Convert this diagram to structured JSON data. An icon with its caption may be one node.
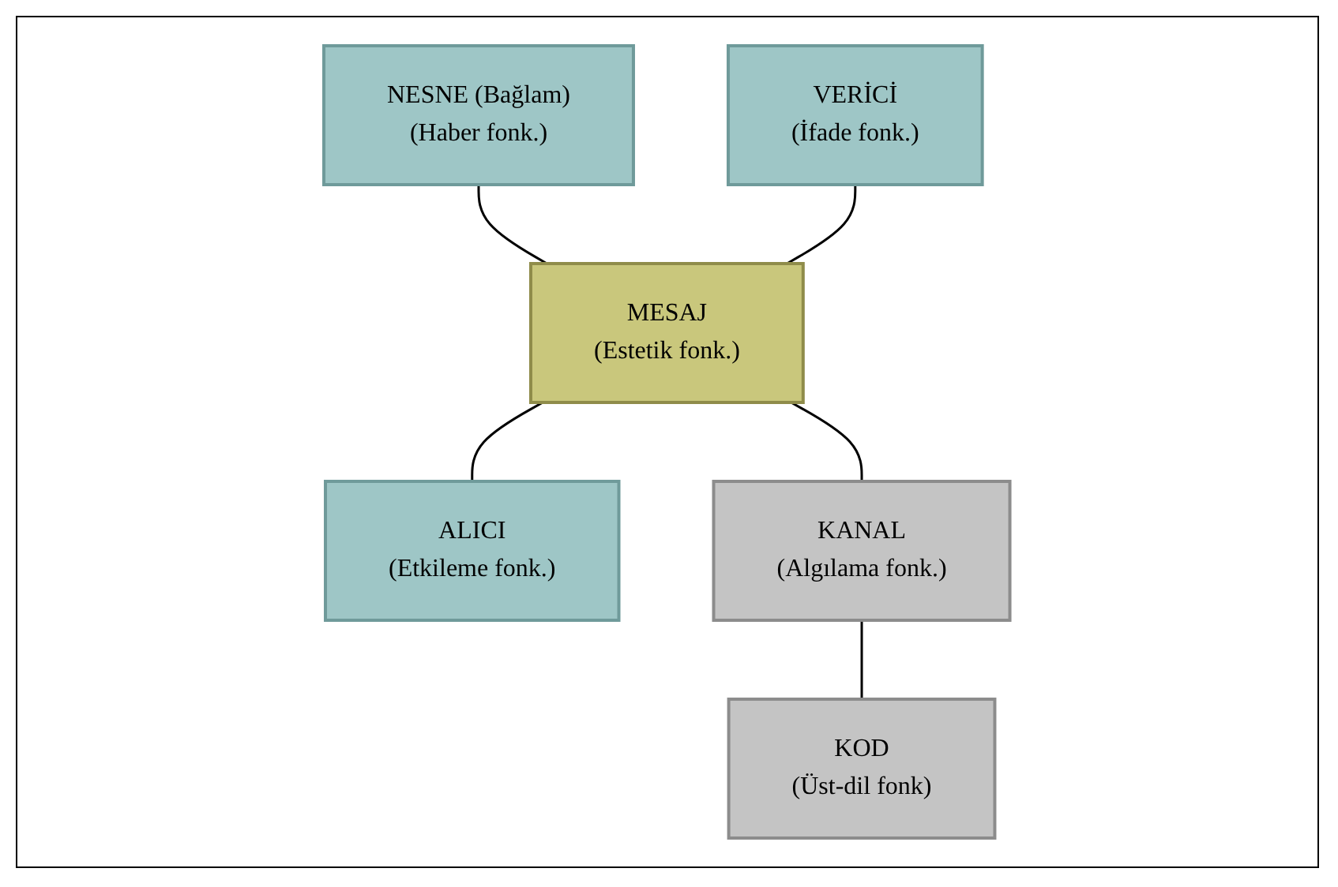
{
  "diagram": {
    "nodes": [
      {
        "text": [
          "NESNE (Bağlam)",
          "(Haber fonk.)"
        ]
      },
      {
        "text": [
          "VERİCİ",
          "(İfade fonk.)"
        ]
      },
      {
        "text": [
          "MESAJ",
          "(Estetik fonk.)"
        ]
      },
      {
        "text": [
          "ALICI",
          "(Etkileme fonk.)"
        ]
      },
      {
        "text": [
          "KANAL",
          "(Algılama fonk.)"
        ]
      },
      {
        "text": [
          "KOD",
          "(Üst-dil fonk)"
        ]
      }
    ],
    "edges": [
      {
        "from": 0,
        "to": 2,
        "arrow": "none"
      },
      {
        "from": 1,
        "to": 2,
        "arrow": "none"
      },
      {
        "from": 2,
        "to": 3,
        "arrow": "none"
      },
      {
        "from": 2,
        "to": 4,
        "arrow": "none"
      },
      {
        "from": 4,
        "to": 5,
        "arrow": "none"
      }
    ]
  }
}
